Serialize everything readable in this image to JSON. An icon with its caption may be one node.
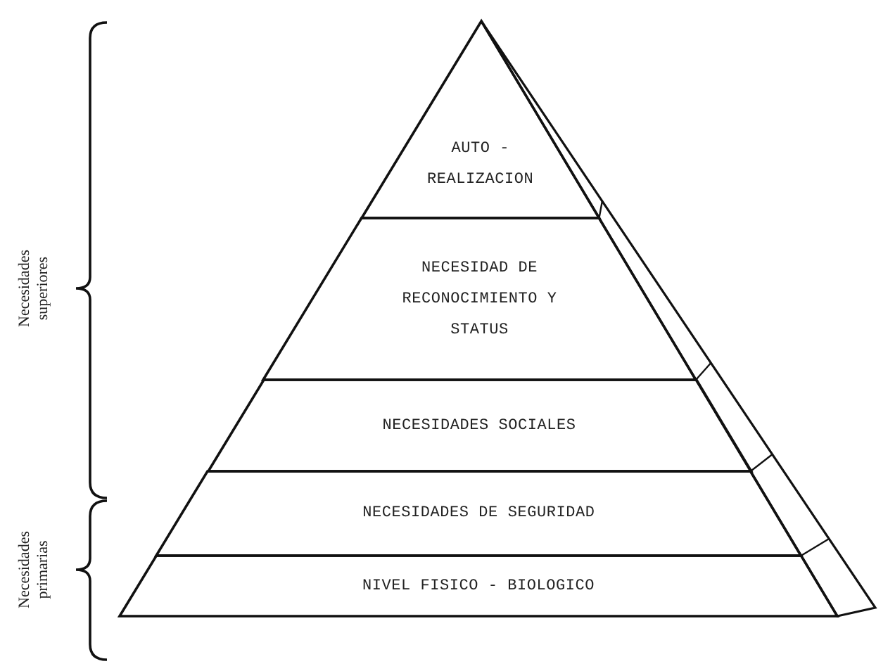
{
  "diagram": {
    "nodes": [
      {
        "text": [
          "AUTO - REALIZACION"
        ]
      },
      {
        "text": [
          "NECESIDAD DE RECONOCIMIENTO Y STATUS"
        ]
      },
      {
        "text": [
          "NECESIDADES SOCIALES"
        ]
      },
      {
        "text": [
          "NECESIDADES DE SEGURIDAD"
        ]
      },
      {
        "text": [
          "NIVEL FISICO - BIOLOGICO"
        ]
      }
    ],
    "labels": [
      "Necesidades superiores",
      "Necesidades primarias"
    ]
  }
}
